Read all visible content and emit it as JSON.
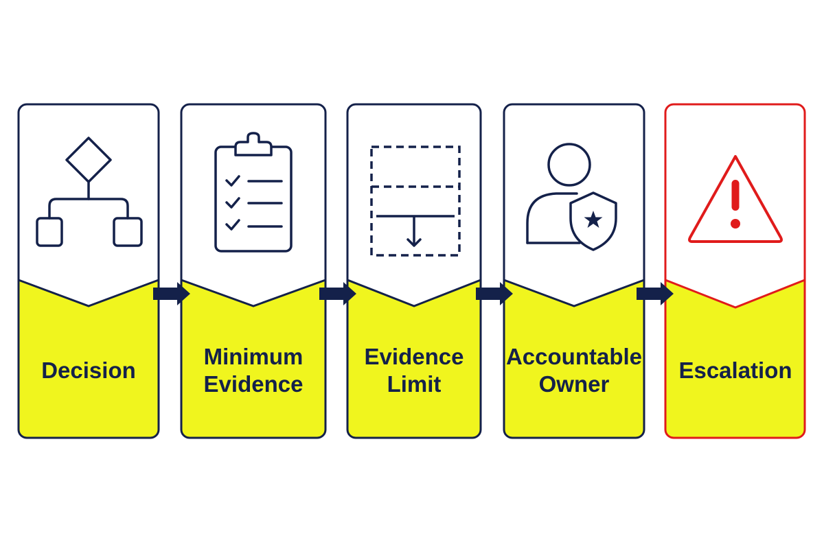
{
  "colors": {
    "navy": "#14214a",
    "yellow": "#f0f51e",
    "red": "#e01b1b",
    "background": "#ffffff"
  },
  "steps": [
    {
      "label_lines": [
        "Decision"
      ],
      "icon": "decision-flow-icon",
      "alert": false
    },
    {
      "label_lines": [
        "Minimum",
        "Evidence"
      ],
      "icon": "checklist-clipboard-icon",
      "alert": false
    },
    {
      "label_lines": [
        "Evidence",
        "Limit"
      ],
      "icon": "dashed-limit-box-icon",
      "alert": false
    },
    {
      "label_lines": [
        "Accountable",
        "Owner"
      ],
      "icon": "person-shield-icon",
      "alert": false
    },
    {
      "label_lines": [
        "Escalation"
      ],
      "icon": "warning-triangle-icon",
      "alert": true
    }
  ],
  "connectors": [
    {
      "icon": "arrow-right-icon"
    },
    {
      "icon": "arrow-right-icon"
    },
    {
      "icon": "arrow-right-icon"
    },
    {
      "icon": "arrow-right-icon"
    }
  ]
}
